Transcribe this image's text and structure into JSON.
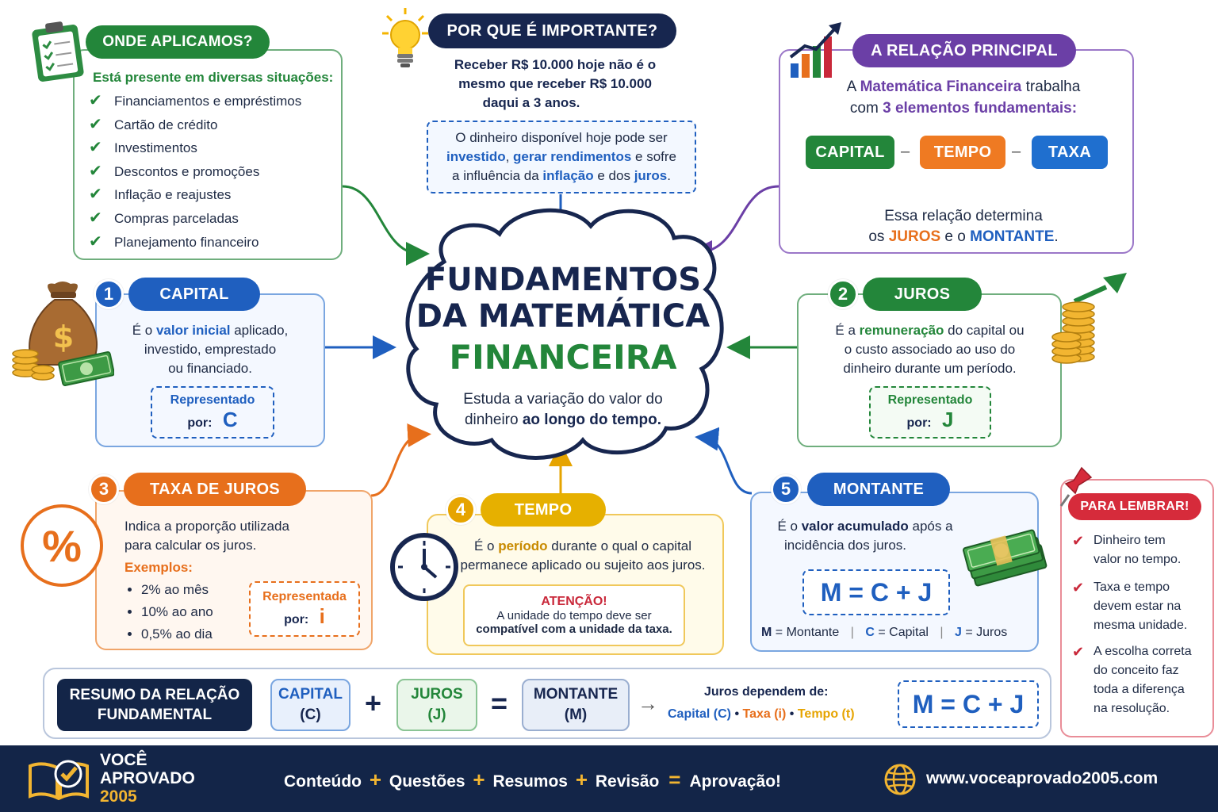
{
  "central": {
    "title_line1": "FUNDAMENTOS",
    "title_line2": "DA MATEMÁTICA",
    "title_line3": "FINANCEIRA",
    "subtitle_a": "Estuda a variação do valor do",
    "subtitle_b": "dinheiro ",
    "subtitle_c": "ao longo do tempo."
  },
  "onde": {
    "header": "ONDE APLICAMOS?",
    "intro": "Está presente em diversas situações:",
    "items": [
      "Financiamentos e empréstimos",
      "Cartão de crédito",
      "Investimentos",
      "Descontos e promoções",
      "Inflação e reajustes",
      "Compras parceladas",
      "Planejamento financeiro"
    ],
    "check": "✔"
  },
  "porque": {
    "header": "POR QUE É IMPORTANTE?",
    "line1": "Receber R$ 10.000 hoje não é o",
    "line2": "mesmo que receber R$ 10.000",
    "line3": "daqui a 3 anos.",
    "box_a": "O dinheiro disponível hoje pode ser",
    "box_b": "investido",
    "box_c": ", ",
    "box_d": "gerar rendimentos",
    "box_e": " e sofre",
    "box_f": "a influência da ",
    "box_g": "inflação",
    "box_h": " e dos ",
    "box_i": "juros",
    "box_j": "."
  },
  "relacao": {
    "header": "A RELAÇÃO PRINCIPAL",
    "line1_a": "A ",
    "line1_b": "Matemática Financeira",
    "line1_c": " trabalha",
    "line2_a": "com ",
    "line2_b": "3 elementos fundamentais:",
    "capital": "CAPITAL",
    "tempo": "TEMPO",
    "taxa": "TAXA",
    "sep": "–",
    "line3": "Essa relação determina",
    "line4_a": "os ",
    "line4_b": "JUROS",
    "line4_c": " e o ",
    "line4_d": "MONTANTE",
    "line4_e": "."
  },
  "capital": {
    "num": "1",
    "header": "CAPITAL",
    "l1_a": "É o ",
    "l1_b": "valor inicial",
    "l1_c": " aplicado,",
    "l2": "investido, emprestado",
    "l3": "ou financiado.",
    "rep": "Representado",
    "por": "por:",
    "symbol": "C"
  },
  "juros": {
    "num": "2",
    "header": "JUROS",
    "l1_a": "É a ",
    "l1_b": "remuneração",
    "l1_c": " do capital ou",
    "l2": "o custo associado ao uso do",
    "l3": "dinheiro durante um período.",
    "rep": "Representado",
    "por": "por:",
    "symbol": "J"
  },
  "taxa": {
    "num": "3",
    "header": "TAXA DE JUROS",
    "l1": "Indica a proporção utilizada",
    "l2": "para calcular os juros.",
    "ex": "Exemplos:",
    "examples": [
      "2% ao mês",
      "10% ao ano",
      "0,5% ao dia"
    ],
    "rep": "Representada",
    "por": "por:",
    "symbol": "i",
    "icon": "%"
  },
  "tempo": {
    "num": "4",
    "header": "TEMPO",
    "l1_a": "É o ",
    "l1_b": "período",
    "l1_c": " durante o qual o capital",
    "l2": "permanece aplicado ou sujeito aos juros.",
    "att": "ATENÇÃO!",
    "att_l1": "A unidade do tempo deve ser",
    "att_l2": "compatível com a unidade da taxa."
  },
  "montante": {
    "num": "5",
    "header": "MONTANTE",
    "l1_a": "É o ",
    "l1_b": "valor acumulado",
    "l1_c": " após a",
    "l2": "incidência dos juros.",
    "formula": "M = C + J",
    "leg_m1": "M",
    "leg_m2": " = Montante",
    "leg_c1": "C",
    "leg_c2": " = Capital",
    "leg_j1": "J",
    "leg_j2": " = Juros",
    "bar": "|"
  },
  "lembrar": {
    "header": "PARA LEMBRAR!",
    "check": "✔",
    "i1": [
      "Dinheiro tem",
      "valor no tempo."
    ],
    "i2": [
      "Taxa e tempo",
      "devem estar na",
      "mesma unidade."
    ],
    "i3": [
      "A escolha correta",
      "do conceito faz",
      "toda a diferença",
      "na resolução."
    ]
  },
  "resumo": {
    "label1": "RESUMO DA RELAÇÃO",
    "label2": "FUNDAMENTAL",
    "capital": "CAPITAL",
    "capital_s": "(C)",
    "plus": "+",
    "juros": "JUROS",
    "juros_s": "(J)",
    "eq": "=",
    "montante": "MONTANTE",
    "montante_s": "(M)",
    "arrow": "→",
    "dep": "Juros dependem de:",
    "dep_c": "Capital (C)",
    "dot": " • ",
    "dep_i": "Taxa (i)",
    "dep_t": "Tempo (t)",
    "formula": "M = C + J"
  },
  "footer": {
    "brand1": "VOCÊ",
    "brand2": "APROVADO",
    "brand3": "2005",
    "s1": "Conteúdo",
    "s2": "Questões",
    "s3": "Resumos",
    "s4": "Revisão",
    "plus": "+",
    "eq": "=",
    "s5": "Aprovação!",
    "site": "www.voceaprovado2005.com"
  },
  "colors": {
    "navy": "#17264f",
    "blue": "#1f5fbf",
    "green": "#23863a",
    "orange": "#e76f1c",
    "purple": "#6b3fa6",
    "yellow": "#e6a400",
    "red": "#c9283a",
    "footer": "#132548"
  }
}
